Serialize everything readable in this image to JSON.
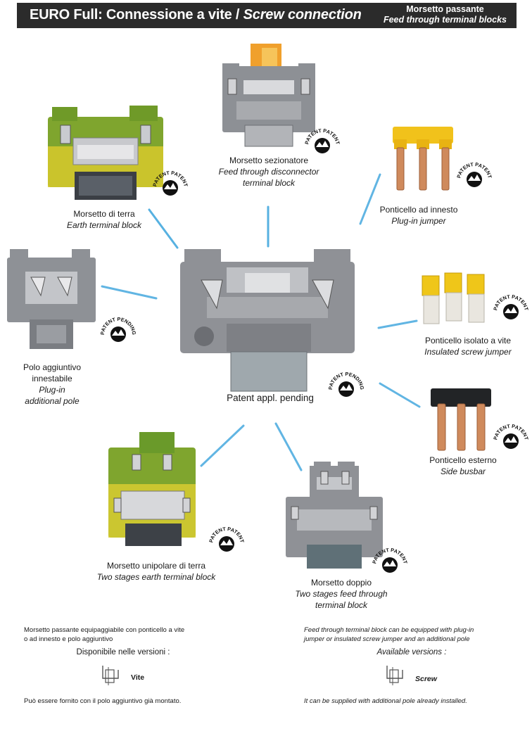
{
  "header": {
    "title_a": "EURO Full: Connessione a vite / ",
    "title_b": "Screw connection",
    "right_it": "Morsetto passante",
    "right_en": "Feed through terminal blocks"
  },
  "patent": {
    "word": "PATENT",
    "pending": "PENDING"
  },
  "items": {
    "earth": {
      "it": "Morsetto di terra",
      "en": "Earth terminal block"
    },
    "disconnector": {
      "it": "Morsetto sezionatore",
      "en1": "Feed through disconnector",
      "en2": "terminal block"
    },
    "plugin_jumper": {
      "it": "Ponticello ad innesto",
      "en": "Plug-in jumper"
    },
    "additional_pole": {
      "it1": "Polo aggiuntivo",
      "it2": "innestabile",
      "en1": "Plug-in",
      "en2": "additional pole"
    },
    "main": {
      "label": "Patent appl. pending"
    },
    "insulated_jumper": {
      "it": "Ponticello isolato a vite",
      "en": "Insulated screw jumper"
    },
    "side_busbar": {
      "it": "Ponticello esterno",
      "en": "Side busbar"
    },
    "two_stage_earth": {
      "it": "Morsetto unipolare di terra",
      "en": "Two stages earth terminal block"
    },
    "double": {
      "it": "Morsetto doppio",
      "en1": "Two stages feed through",
      "en2": "terminal block"
    }
  },
  "footer": {
    "it_line1": "Morsetto passante equipaggiabile con ponticello a vite",
    "it_line2": "o ad innesto e polo aggiuntivo",
    "it_available": "Disponibile nelle versioni :",
    "it_version": "Vite",
    "it_supply": "Può essere fornito con il polo aggiuntivo già montato.",
    "en_line1": "Feed through terminal block can be equipped with plug-in",
    "en_line2": "jumper or insulated screw jumper and an additional pole",
    "en_available": "Available versions :",
    "en_version": "Screw",
    "en_supply": "It can be supplied with additional pole already installed."
  },
  "colors": {
    "header_bg": "#2b2b2b",
    "block_grey": "#8f9196",
    "earth_green": "#6a9a2a",
    "earth_yellow": "#e1cf2b",
    "jumper_yellow": "#f1c21b",
    "copper": "#cf8a5c",
    "connector_blue": "#3aa3dc"
  }
}
